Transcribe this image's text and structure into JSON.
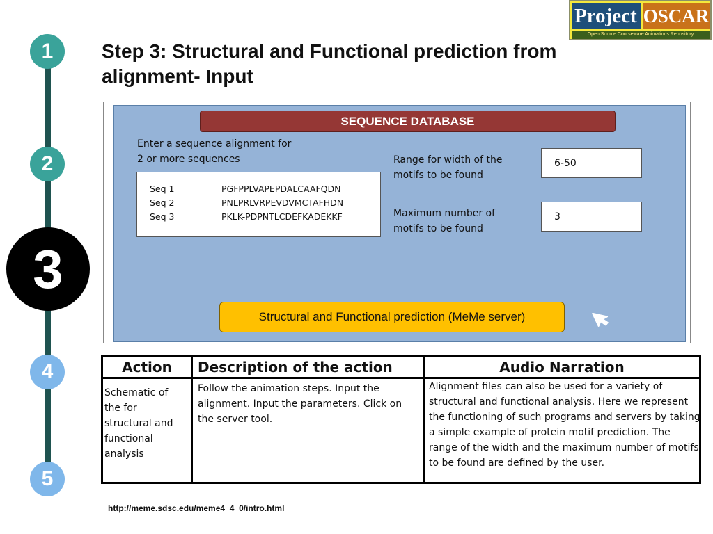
{
  "steps": [
    "1",
    "2",
    "3",
    "4",
    "5"
  ],
  "logo": {
    "project": "Project",
    "oscar": "OSCAR",
    "tagline": "Open Source Courseware Animations Repository"
  },
  "title": "Step 3: Structural and Functional prediction from alignment- Input",
  "panel": {
    "db_button": "SEQUENCE DATABASE",
    "alignment_label": "Enter a sequence alignment for 2 or more sequences",
    "sequences": [
      {
        "name": "Seq 1",
        "seq": "PGFPPLVAPEPDALCAAFQDN"
      },
      {
        "name": "Seq 2",
        "seq": "PNLPRLVRPEVDVMCTAFHDN"
      },
      {
        "name": "Seq 3",
        "seq": "PKLK-PDPNTLCDEFKADEKKF"
      }
    ],
    "width_label": "Range for width of the motifs to be found",
    "width_value": "6-50",
    "max_label": "Maximum number of motifs to be found",
    "max_value": "3",
    "run_button": "Structural and Functional prediction (MeMe server)"
  },
  "table": {
    "headers": {
      "action": "Action",
      "description": "Description of the action",
      "audio": "Audio Narration"
    },
    "action": "Schematic of the for structural and functional analysis",
    "description": "Follow the animation steps. Input the alignment. Input the parameters. Click on the server tool.",
    "audio": "Alignment files can also be used for a variety of structural and functional analysis. Here we represent the functioning of such programs and servers by taking a simple example of protein motif prediction.  The range of the width and the maximum number of motifs to be found are defined by the user."
  },
  "footer_url": "http://meme.sdsc.edu/meme4_4_0/intro.html"
}
